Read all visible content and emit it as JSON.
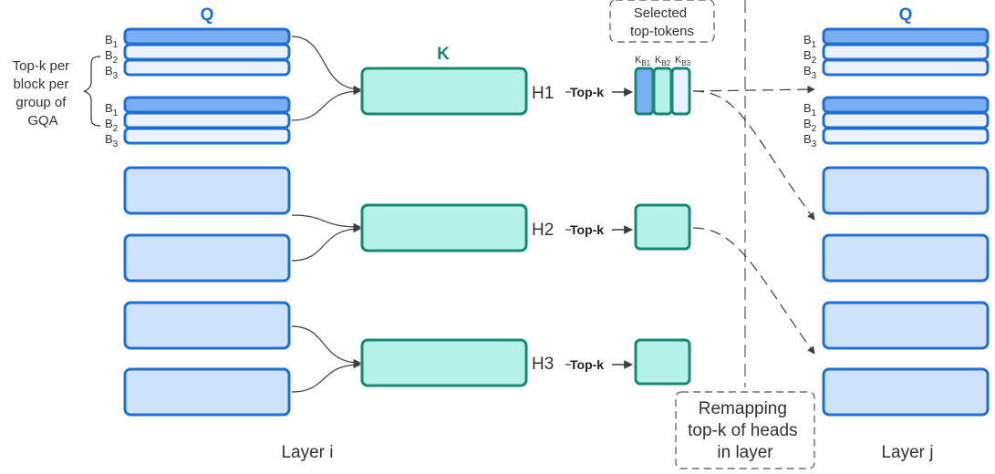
{
  "colors": {
    "q_border": "#1f6fd6",
    "q_fill": "#cfe2fc",
    "q_fill_light": "#eaf2fd",
    "q_fill_selected": "#79aef2",
    "k_border": "#148a72",
    "k_fill": "#b4f2e7",
    "text": "#333333",
    "arrow": "#3a3f44"
  },
  "labels": {
    "q_left": "Q",
    "q_right": "Q",
    "k": "K",
    "annotation_line1": "Top-k per",
    "annotation_line2": "block per",
    "annotation_line3": "group of",
    "annotation_line4": "GQA",
    "layer_i": "Layer i",
    "layer_j": "Layer j",
    "selected_line1": "Selected",
    "selected_line2": "top-tokens",
    "remap_line1": "Remapping",
    "remap_line2": "top-k of heads",
    "remap_line3": "in layer"
  },
  "blocks": {
    "b1": "B",
    "b2": "B",
    "b3": "B",
    "sub1": "1",
    "sub2": "2",
    "sub3": "3"
  },
  "kblocks": {
    "k": "K",
    "sub1": "B1",
    "sub2": "B2",
    "sub3": "B3"
  },
  "heads": [
    {
      "name": "H1",
      "op": "Top-k"
    },
    {
      "name": "H2",
      "op": "Top-k"
    },
    {
      "name": "H3",
      "op": "Top-k"
    }
  ]
}
